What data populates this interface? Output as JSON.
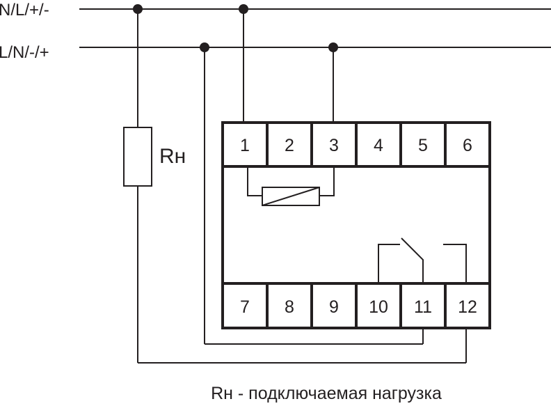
{
  "bus_lines": [
    {
      "label": "N/L/+/-"
    },
    {
      "label": "L/N/-/+"
    }
  ],
  "load": {
    "label": "Rн"
  },
  "terminals_top": [
    "1",
    "2",
    "3",
    "4",
    "5",
    "6"
  ],
  "terminals_bottom": [
    "7",
    "8",
    "9",
    "10",
    "11",
    "12"
  ],
  "caption": "Rн - подключаемая нагрузка",
  "colors": {
    "line": "#231f20",
    "background": "#ffffff"
  }
}
